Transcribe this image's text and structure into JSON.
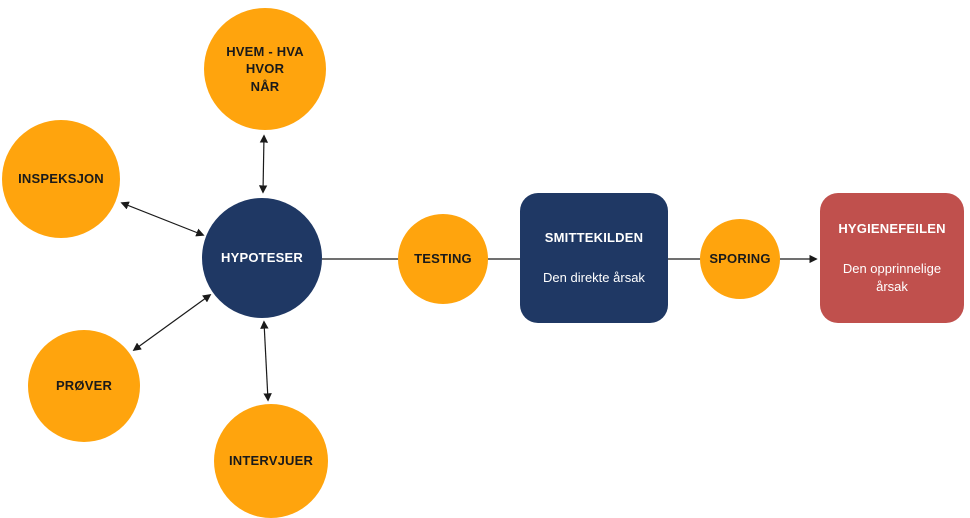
{
  "diagram": {
    "colors": {
      "orange": "#FFA40D",
      "navy": "#1F3864",
      "red": "#C0504D",
      "connector": "#1A1A1A",
      "text_dark": "#1A1A1A",
      "text_light": "#FFFFFF"
    },
    "nodes": {
      "hvem": {
        "lines": [
          "HVEM - HVA",
          "HVOR",
          "NÅR"
        ]
      },
      "inspeksjon": {
        "label": "INSPEKSJON"
      },
      "hypoteser": {
        "label": "HYPOTESER"
      },
      "prover": {
        "label": "PRØVER"
      },
      "intervjuer": {
        "label": "INTERVJUER"
      },
      "testing": {
        "label": "TESTING"
      },
      "smittekilden": {
        "title": "SMITTEKILDEN",
        "subtitle": "Den direkte årsak"
      },
      "sporing": {
        "label": "SPORING"
      },
      "hygienefeilen": {
        "title": "HYGIENEFEILEN",
        "subtitle": "Den opprinnelige årsak"
      }
    }
  }
}
